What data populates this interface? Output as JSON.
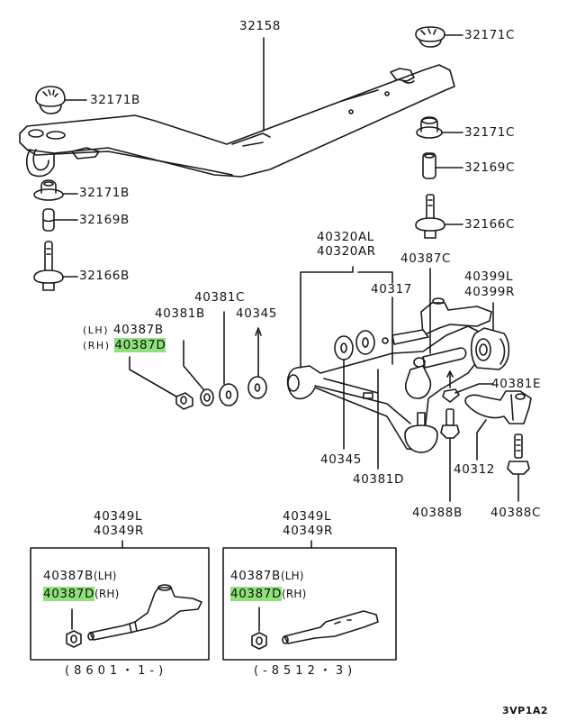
{
  "diagram": {
    "title_code": "3VP1A2",
    "highlight_color": "#8fe27a",
    "main_parts": {
      "crossmember": "32158",
      "bushing_upper_front": "32171B",
      "bushing_upper_rear": "32171C",
      "bushing_lower_rear": "32171C",
      "collar_rear": "32169C",
      "bushing_lower_front": "32171B",
      "collar_front": "32169B",
      "bolt_front": "32166B",
      "bolt_rear": "32166C",
      "lower_arm_l": "40320AL",
      "lower_arm_r": "40320AR",
      "bolt_40387c": "40387C",
      "bushing_l": "40399L",
      "bushing_r": "40399R",
      "part_40317": "40317",
      "washer_40381c": "40381C",
      "washer_40381b": "40381B",
      "washer_40345_top": "40345",
      "nut_lh_prefix": "(LH)",
      "nut_lh": "40387B",
      "nut_rh_prefix": "(RH)",
      "nut_rh": "40387D",
      "washer_40381e": "40381E",
      "washer_40345_bottom": "40345",
      "washer_40381d": "40381D",
      "bracket_40312": "40312",
      "bolt_40388b": "40388B",
      "bolt_40388c": "40388C"
    },
    "inset_left": {
      "part_l": "40349L",
      "part_r": "40349R",
      "nut_lh": "40387B",
      "nut_lh_suffix": "(LH)",
      "nut_rh": "40387D",
      "nut_rh_suffix": "(RH)",
      "serial": "(8601・1-)"
    },
    "inset_right": {
      "part_l": "40349L",
      "part_r": "40349R",
      "nut_lh": "40387B",
      "nut_lh_suffix": "(LH)",
      "nut_rh": "40387D",
      "nut_rh_suffix": "(RH)",
      "serial": "(-8512・3)"
    }
  }
}
